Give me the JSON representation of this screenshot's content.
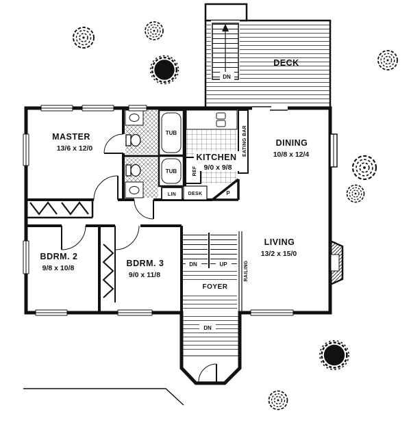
{
  "plan": {
    "rooms": {
      "deck": {
        "label": "DECK"
      },
      "master": {
        "label": "MASTER",
        "dims": "13/6 x 12/0"
      },
      "kitchen": {
        "label": "KITCHEN",
        "dims": "9/0 x 9/8"
      },
      "dining": {
        "label": "DINING",
        "dims": "10/8 x 12/4"
      },
      "bdrm2": {
        "label": "BDRM. 2",
        "dims": "9/8 x 10/8"
      },
      "bdrm3": {
        "label": "BDRM. 3",
        "dims": "9/0 x 11/8"
      },
      "living": {
        "label": "LIVING",
        "dims": "13/2 x 15/0"
      },
      "foyer": {
        "label": "FOYER"
      }
    },
    "fixtures": {
      "tub_upper": "TUB",
      "tub_lower": "TUB",
      "linen": "LIN",
      "desk": "DESK",
      "fridge": "REF",
      "pantry": "P",
      "eating_bar": "EATING BAR",
      "railing": "RAILING"
    },
    "stairs": {
      "deck_down": "DN",
      "foyer_down": "DN",
      "foyer_up": "UP",
      "entry_down": "DN"
    },
    "colors": {
      "ink": "#111111",
      "paper": "#ffffff"
    },
    "icons": {
      "tree_outline": "tree-scribble-icon",
      "tree_filled": "tree-dark-icon"
    }
  }
}
